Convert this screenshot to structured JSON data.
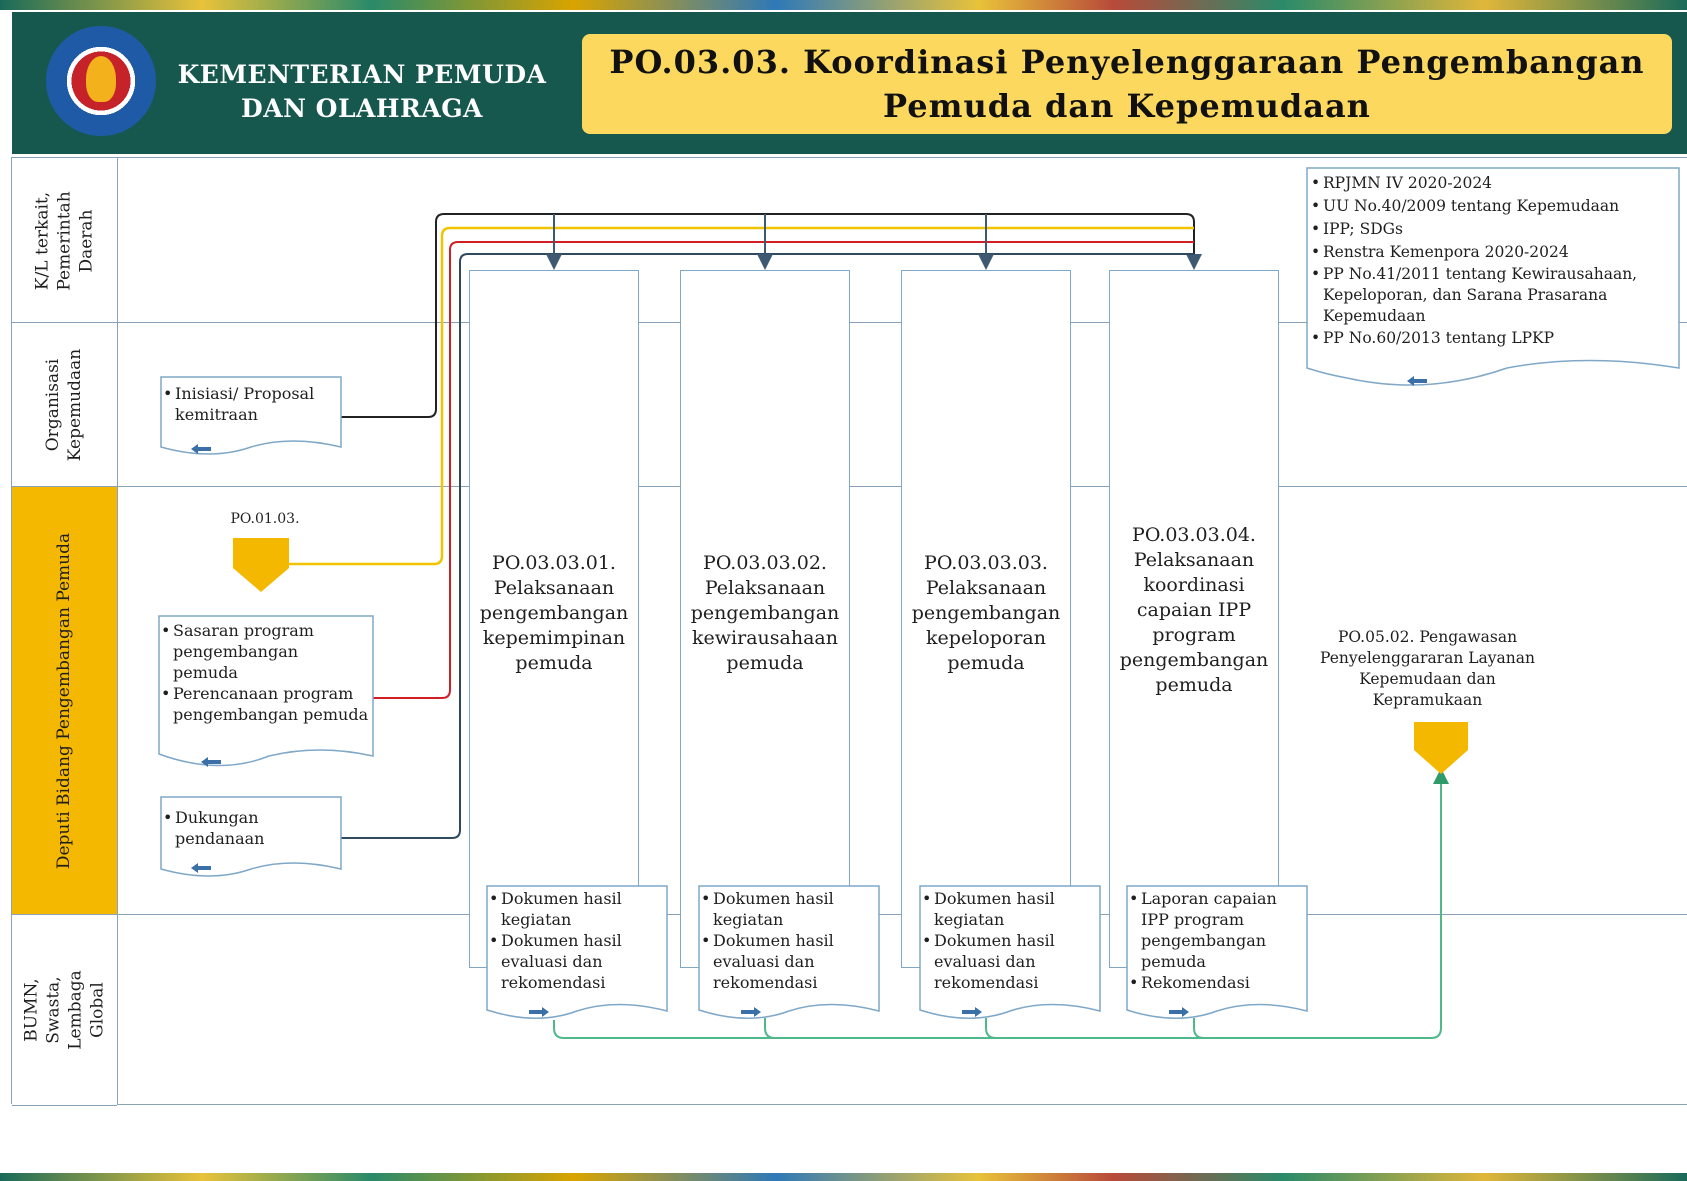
{
  "header": {
    "org_name": "KEMENTERIAN PEMUDA DAN OLAHRAGA",
    "title": "PO.03.03. Koordinasi Penyelenggaraan Pengembangan Pemuda dan Kepemudaan"
  },
  "lanes": [
    {
      "label": "K/L terkait, Pemerintah Daerah"
    },
    {
      "label": "Organisasi Kepemudaan"
    },
    {
      "label": "Deputi Bidang Pengembangan Pemuda"
    },
    {
      "label": "BUMN, Swasta, Lembaga Global"
    }
  ],
  "inputs": {
    "references": [
      "RPJMN IV 2020-2024",
      "UU No.40/2009 tentang Kepemudaan",
      "IPP; SDGs",
      "Renstra Kemenpora 2020-2024",
      "PP No.41/2011 tentang Kewirausahaan, Kepeloporan, dan Sarana Prasarana Kepemudaan",
      "PP No.60/2013 tentang LPKP"
    ],
    "proposal": [
      "Inisiasi/ Proposal kemitraan"
    ],
    "planning": [
      "Sasaran program pengembangan pemuda",
      "Perencanaan program pengembangan pemuda"
    ],
    "funding": [
      "Dukungan pendanaan"
    ],
    "source_ref": "PO.01.03."
  },
  "processes": [
    {
      "code": "PO.03.03.01.",
      "label": "Pelaksanaan pengembangan kepemimpinan pemuda"
    },
    {
      "code": "PO.03.03.02.",
      "label": "Pelaksanaan pengembangan kewirausahaan pemuda"
    },
    {
      "code": "PO.03.03.03.",
      "label": "Pelaksanaan pengembangan kepeloporan pemuda"
    },
    {
      "code": "PO.03.03.04.",
      "label": "Pelaksanaan koordinasi capaian IPP program pengembangan pemuda"
    }
  ],
  "outputs": [
    {
      "items": [
        "Dokumen hasil kegiatan",
        "Dokumen hasil evaluasi dan rekomendasi"
      ]
    },
    {
      "items": [
        "Dokumen hasil kegiatan",
        "Dokumen hasil evaluasi dan rekomendasi"
      ]
    },
    {
      "items": [
        "Dokumen hasil kegiatan",
        "Dokumen hasil evaluasi dan rekomendasi"
      ]
    },
    {
      "items": [
        "Laporan capaian IPP program pengembangan pemuda",
        "Rekomendasi"
      ]
    }
  ],
  "target_ref": "PO.05.02. Pengawasan Penyelenggararan Layanan Kepemudaan dan Kepramukaan",
  "colors": {
    "header_bg": "#17584e",
    "title_bg": "#fcd95e",
    "lane_highlight": "#f5b800",
    "connector_black": "#222222",
    "connector_yellow": "#f0c400",
    "connector_red": "#d21f26",
    "connector_navy": "#2f4a5e",
    "connector_green": "#4fb88a",
    "box_border": "#7fa8c8"
  }
}
